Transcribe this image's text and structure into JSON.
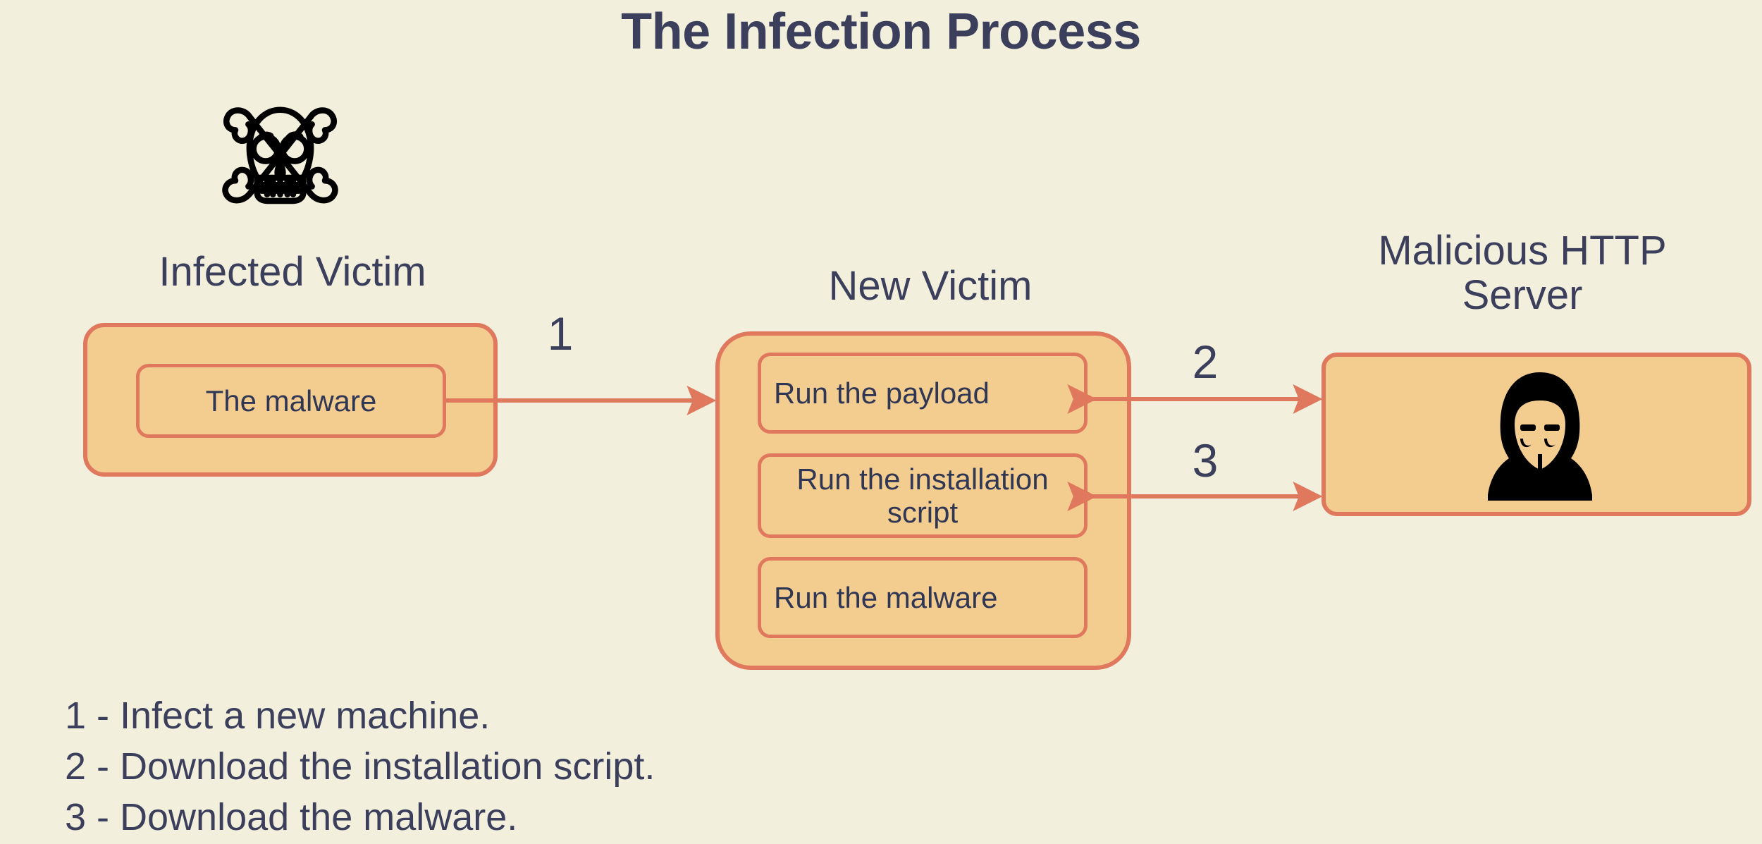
{
  "title": "The Infection Process",
  "colors": {
    "background": "#f2efdd",
    "box_fill": "#f3cc8f",
    "box_border": "#e0785d",
    "arrow": "#e0785d",
    "text": "#3b3f5c"
  },
  "nodes": [
    {
      "id": "infected-victim",
      "label": "Infected Victim",
      "icon": "skull-and-crossbones-icon",
      "items": [
        "The malware"
      ]
    },
    {
      "id": "new-victim",
      "label": "New Victim",
      "items": [
        "Run the payload",
        "Run the installation script",
        "Run the malware"
      ]
    },
    {
      "id": "http-server",
      "label": "Malicious HTTP\nServer",
      "icon": "hacker-mask-icon",
      "items": []
    }
  ],
  "arrows": [
    {
      "number": "1",
      "from": "infected-victim",
      "to": "new-victim",
      "direction": "one-way"
    },
    {
      "number": "2",
      "from": "new-victim",
      "to": "http-server",
      "direction": "two-way"
    },
    {
      "number": "3",
      "from": "new-victim",
      "to": "http-server",
      "direction": "two-way"
    }
  ],
  "legend": [
    "1 - Infect a new machine.",
    "2 - Download the installation script.",
    "3 - Download the malware."
  ]
}
